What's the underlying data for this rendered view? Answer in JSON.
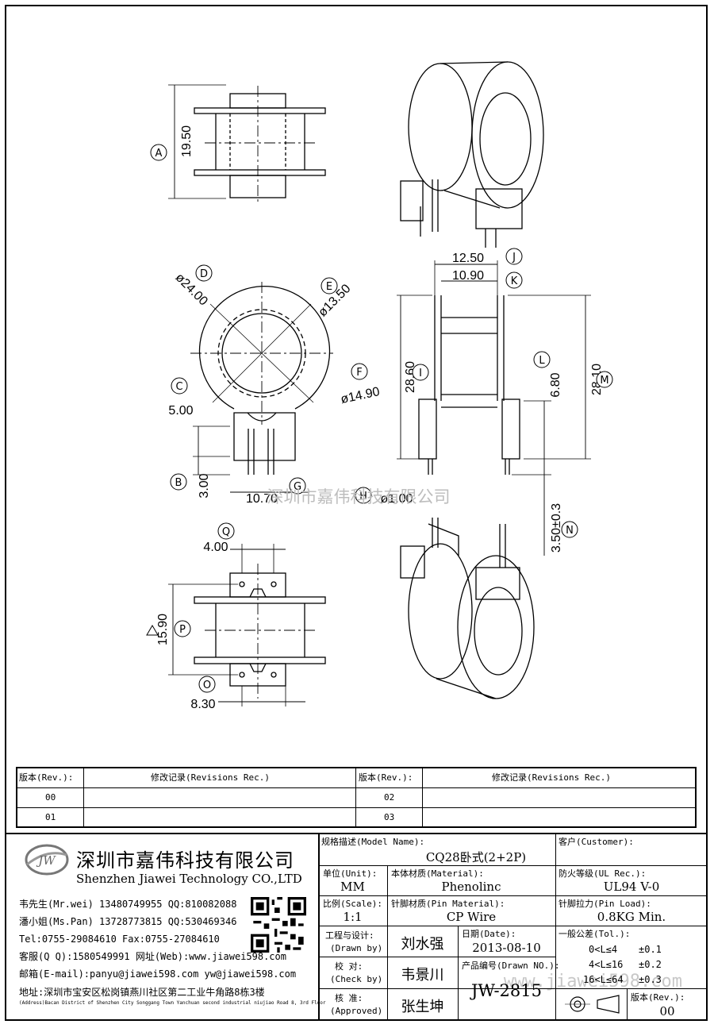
{
  "dims": {
    "a": "19.50",
    "d": "24.00",
    "e": "13.50",
    "f": "14.90",
    "c": "5.00",
    "b": "3.00",
    "g": "10.70",
    "h": "1.00",
    "j": "12.50",
    "k": "10.90",
    "i": "28.60",
    "l": "6.80",
    "m": "28.10",
    "n": "3.50±0.3",
    "q": "4.00",
    "p": "15.90",
    "o": "8.30"
  },
  "markers": [
    "A",
    "B",
    "C",
    "D",
    "E",
    "F",
    "G",
    "H",
    "I",
    "J",
    "K",
    "L",
    "M",
    "N",
    "O",
    "P",
    "Q"
  ],
  "watermark_center": "深圳市嘉伟科技有限公司",
  "watermark_corner": "www.jiawei598.com",
  "revisions": {
    "rev_header": "版本(Rev.):",
    "rec_header": "修改记录(Revisions Rec.)",
    "rows": [
      [
        "00",
        "02"
      ],
      [
        "01",
        "03"
      ]
    ]
  },
  "company": {
    "logo": "JW",
    "name_cn": "深圳市嘉伟科技有限公司",
    "name_en": "Shenzhen Jiawei Technology CO.,LTD",
    "contacts": [
      "韦先生(Mr.wei) 13480749955 QQ:810082088",
      "潘小姐(Ms.Pan) 13728773815 QQ:530469346",
      "Tel:0755-29084610    Fax:0755-27084610",
      "客服(Q Q):1580549991  网址(Web):www.jiawei598.com",
      "邮箱(E-mail):panyu@jiawei598.com  yw@jiawei598.com",
      "地址:深圳市宝安区松岗镇燕川社区第二工业牛角路8栋3楼"
    ],
    "address_en": "(Address)Bacan District of Shenzhen City Songgang Town Yanchuan  second industrial niujiao Road 8, 3rd Floor"
  },
  "titleblock": {
    "model_label": "规格描述(Model Name):",
    "model_value": "CQ28卧式(2+2P)",
    "customer_label": "客户(Customer):",
    "customer_value": "",
    "unit_label": "单位(Unit):",
    "unit_value": "MM",
    "material_label": "本体材质(Material):",
    "material_value": "Phenolinc",
    "ul_label": "防火等级(UL Rec.):",
    "ul_value": "UL94 V-0",
    "scale_label": "比例(Scale):",
    "scale_value": "1:1",
    "pin_mat_label": "针脚材质(Pin Material):",
    "pin_mat_value": "CP Wire",
    "pin_load_label": "针脚拉力(Pin Load):",
    "pin_load_value": "0.8KG Min.",
    "design_label": "工程与设计:",
    "design_label_en": "(Drawn by)",
    "design_value": "刘水强",
    "date_label": "日期(Date):",
    "date_value": "2013-08-10",
    "check_label": "校  对:",
    "check_label_en": "(Check by)",
    "check_value": "韦景川",
    "drawno_label": "产品编号(Drawn NO.):",
    "drawno_value": "JW-2815",
    "approve_label": "核  准:",
    "approve_label_en": "(Approved)",
    "approve_value": "张生坤",
    "tol_label": "一般公差(Tol.):",
    "tol_rows": [
      [
        "0<L≤4",
        "±0.1"
      ],
      [
        "4<L≤16",
        "±0.2"
      ],
      [
        "16<L≤64",
        "±0.3"
      ]
    ],
    "rev_label": "版本(Rev.):",
    "rev_value": "00"
  }
}
